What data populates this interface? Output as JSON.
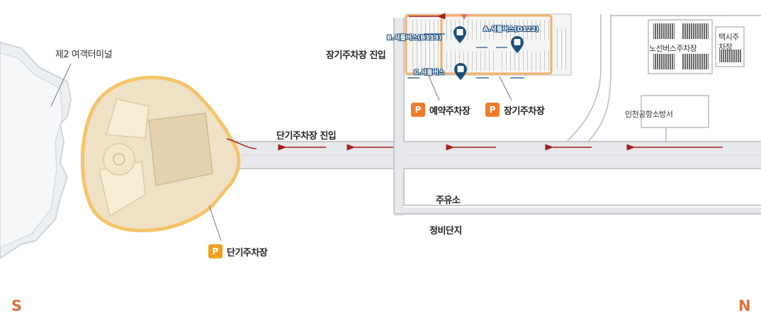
{
  "colors": {
    "road": "#e7e8ec",
    "road_edge": "#b9bcc3",
    "arrow": "#a81e1e",
    "terminal": "#efe1c5",
    "short_term_outline": "#f5c46a",
    "long_term_outline": "#f5b066",
    "reserved_p": "#f07c2a",
    "long_term_p": "#f07c2a",
    "short_term_p": "#f0a21f",
    "shuttle_pin": "#1d4e7a",
    "compass": "#d9733a"
  },
  "labels": {
    "terminal2": "제2 여객터미널",
    "long_term_entry": "장기주차장 진입",
    "short_term_entry": "단기주차장 진입",
    "bus_parking": "노선버스주차장",
    "taxi_parking": "택시주차장",
    "customs": "인천공항소방서",
    "gas_station": "주유소",
    "maintenance": "정비단지"
  },
  "parking": {
    "reserved": {
      "icon": "P",
      "label": "예약주차장"
    },
    "long_term": {
      "icon": "P",
      "label": "장기주차장"
    },
    "short_term": {
      "icon": "P",
      "label": "단기주차장"
    }
  },
  "shuttles": {
    "a": {
      "label": "A.셔틀버스(D122)",
      "icon": "shuttle-pin-icon"
    },
    "b": {
      "label": "B.셔틀버스(B113)",
      "icon": "shuttle-pin-icon"
    },
    "c": {
      "label": "C.셔틀버스",
      "icon": "shuttle-pin-icon"
    }
  },
  "compass": {
    "south": "S",
    "north": "N"
  }
}
